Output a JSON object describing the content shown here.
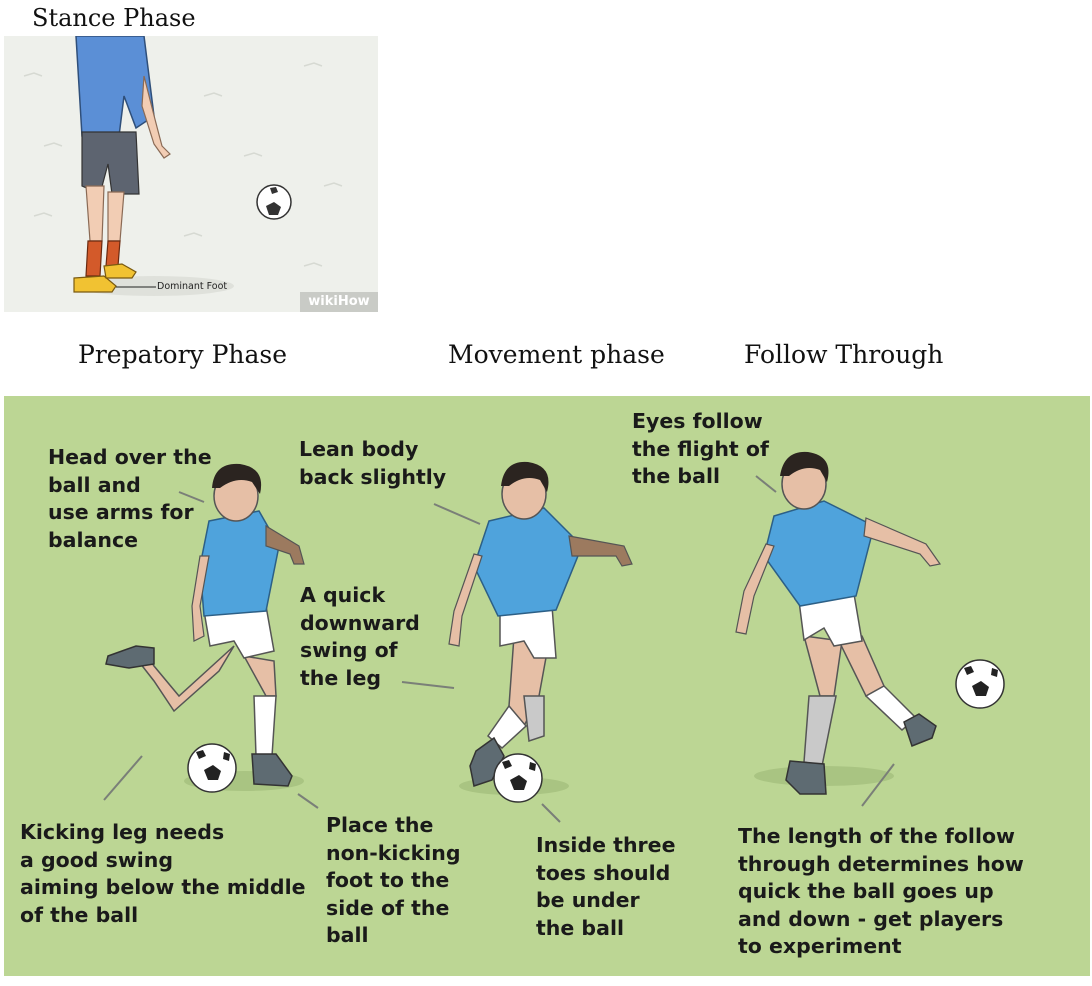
{
  "headings": {
    "stance": "Stance Phase",
    "preparatory": "Prepatory Phase",
    "movement": "Movement phase",
    "follow_through": "Follow Through"
  },
  "stance_image": {
    "foot_label": "Dominant Foot",
    "watermark": "wikiHow"
  },
  "kick_image": {
    "annotations": {
      "head_over_ball": "Head over the\nball and\nuse arms for\nbalance",
      "kicking_leg": "Kicking leg needs\na good swing\naiming below the middle\nof the ball",
      "place_foot": "Place the\nnon-kicking\nfoot to the\nside of the\nball",
      "lean_back": "Lean body\nback slightly",
      "downward_swing": "A quick\ndownward\nswing of\nthe leg",
      "inside_toes": "Inside three\ntoes should\nbe under\nthe ball",
      "eyes_follow": "Eyes follow\nthe flight of\nthe ball",
      "follow_length": "The length of the follow\nthrough determines how\nquick the ball goes up\nand down - get players\nto experiment"
    }
  },
  "colors": {
    "kick_background": "#bcd694",
    "shirt": "#4fa3dc",
    "stance_shirt": "#5b8fd6"
  }
}
